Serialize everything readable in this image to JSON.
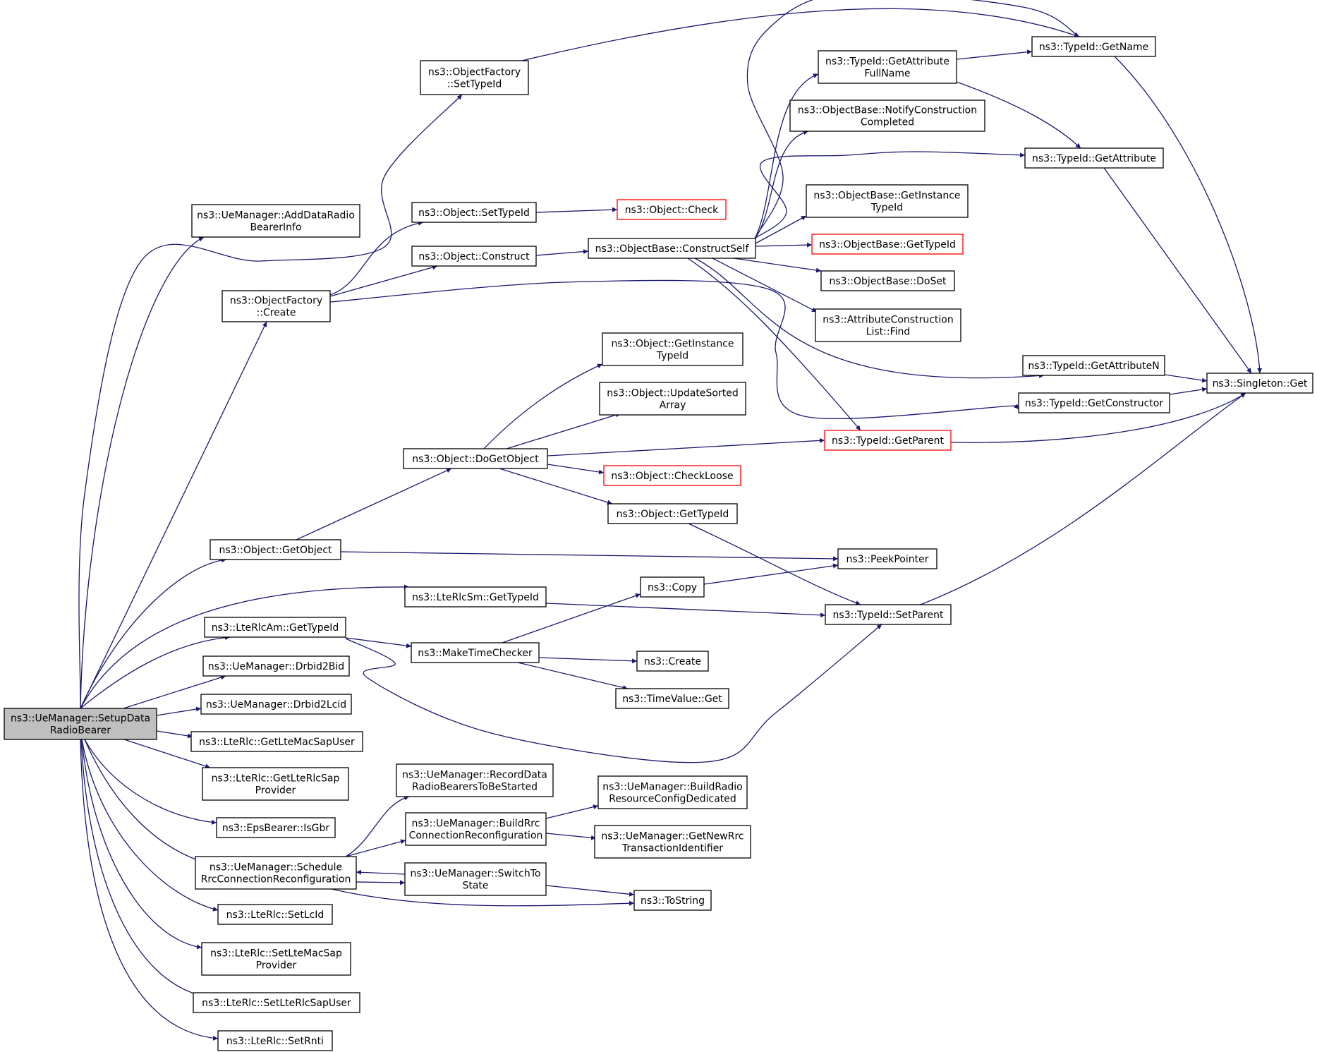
{
  "colors": {
    "edge": "#191970",
    "node_border": "#000000",
    "node_border_truncated": "#ff0000",
    "node_fill": "#ffffff",
    "root_fill": "#bfbfbf"
  },
  "nodes": [
    {
      "id": "setup",
      "lines": [
        "ns3::UeManager::SetupData",
        "RadioBearer"
      ],
      "root": true
    },
    {
      "id": "addinfo",
      "lines": [
        "ns3::UeManager::AddDataRadio",
        "BearerInfo"
      ]
    },
    {
      "id": "ofsettype",
      "lines": [
        "ns3::ObjectFactory",
        "::SetTypeId"
      ]
    },
    {
      "id": "ofcreate",
      "lines": [
        "ns3::ObjectFactory",
        "::Create"
      ]
    },
    {
      "id": "objsettype",
      "lines": [
        "ns3::Object::SetTypeId"
      ]
    },
    {
      "id": "objconstruct",
      "lines": [
        "ns3::Object::Construct"
      ]
    },
    {
      "id": "objcheck",
      "lines": [
        "ns3::Object::Check"
      ],
      "truncated": true
    },
    {
      "id": "constructself",
      "lines": [
        "ns3::ObjectBase::ConstructSelf"
      ]
    },
    {
      "id": "getattrfull",
      "lines": [
        "ns3::TypeId::GetAttribute",
        "FullName"
      ]
    },
    {
      "id": "getname",
      "lines": [
        "ns3::TypeId::GetName"
      ]
    },
    {
      "id": "notify",
      "lines": [
        "ns3::ObjectBase::NotifyConstruction",
        "Completed"
      ]
    },
    {
      "id": "getattr",
      "lines": [
        "ns3::TypeId::GetAttribute"
      ]
    },
    {
      "id": "obgetinst",
      "lines": [
        "ns3::ObjectBase::GetInstance",
        "TypeId"
      ]
    },
    {
      "id": "obgettypeid",
      "lines": [
        "ns3::ObjectBase::GetTypeId"
      ],
      "truncated": true
    },
    {
      "id": "dosetb",
      "lines": [
        "ns3::ObjectBase::DoSet"
      ]
    },
    {
      "id": "acfind",
      "lines": [
        "ns3::AttributeConstruction",
        "List::Find"
      ]
    },
    {
      "id": "getattrn",
      "lines": [
        "ns3::TypeId::GetAttributeN"
      ]
    },
    {
      "id": "singleton",
      "lines": [
        "ns3::Singleton::Get"
      ]
    },
    {
      "id": "getctor",
      "lines": [
        "ns3::TypeId::GetConstructor"
      ]
    },
    {
      "id": "getparent",
      "lines": [
        "ns3::TypeId::GetParent"
      ],
      "truncated": true
    },
    {
      "id": "objgetinst",
      "lines": [
        "ns3::Object::GetInstance",
        "TypeId"
      ]
    },
    {
      "id": "updsorted",
      "lines": [
        "ns3::Object::UpdateSorted",
        "Array"
      ]
    },
    {
      "id": "dogetobj",
      "lines": [
        "ns3::Object::DoGetObject"
      ]
    },
    {
      "id": "checkloose",
      "lines": [
        "ns3::Object::CheckLoose"
      ],
      "truncated": true
    },
    {
      "id": "objgettypeid",
      "lines": [
        "ns3::Object::GetTypeId"
      ]
    },
    {
      "id": "getobject",
      "lines": [
        "ns3::Object::GetObject"
      ]
    },
    {
      "id": "peek",
      "lines": [
        "ns3::PeekPointer"
      ]
    },
    {
      "id": "copy",
      "lines": [
        "ns3::Copy"
      ]
    },
    {
      "id": "rlcsm",
      "lines": [
        "ns3::LteRlcSm::GetTypeId"
      ]
    },
    {
      "id": "setparent",
      "lines": [
        "ns3::TypeId::SetParent"
      ]
    },
    {
      "id": "rlcam",
      "lines": [
        "ns3::LteRlcAm::GetTypeId"
      ]
    },
    {
      "id": "mktc",
      "lines": [
        "ns3::MakeTimeChecker"
      ]
    },
    {
      "id": "create",
      "lines": [
        "ns3::Create"
      ]
    },
    {
      "id": "tvget",
      "lines": [
        "ns3::TimeValue::Get"
      ]
    },
    {
      "id": "drbid2bid",
      "lines": [
        "ns3::UeManager::Drbid2Bid"
      ]
    },
    {
      "id": "drbid2lcid",
      "lines": [
        "ns3::UeManager::Drbid2Lcid"
      ]
    },
    {
      "id": "getltemac",
      "lines": [
        "ns3::LteRlc::GetLteMacSapUser"
      ]
    },
    {
      "id": "getrlcsap",
      "lines": [
        "ns3::LteRlc::GetLteRlcSap",
        "Provider"
      ]
    },
    {
      "id": "isgbr",
      "lines": [
        "ns3::EpsBearer::IsGbr"
      ]
    },
    {
      "id": "recdata",
      "lines": [
        "ns3::UeManager::RecordData",
        "RadioBearersToBeStarted"
      ]
    },
    {
      "id": "buildrrc",
      "lines": [
        "ns3::UeManager::BuildRrc",
        "ConnectionReconfiguration"
      ]
    },
    {
      "id": "buildradio",
      "lines": [
        "ns3::UeManager::BuildRadio",
        "ResourceConfigDedicated"
      ]
    },
    {
      "id": "newrrc",
      "lines": [
        "ns3::UeManager::GetNewRrc",
        "TransactionIdentifier"
      ]
    },
    {
      "id": "schedule",
      "lines": [
        "ns3::UeManager::Schedule",
        "RrcConnectionReconfiguration"
      ]
    },
    {
      "id": "switchto",
      "lines": [
        "ns3::UeManager::SwitchTo",
        "State"
      ]
    },
    {
      "id": "tostring",
      "lines": [
        "ns3::ToString"
      ]
    },
    {
      "id": "setlcid",
      "lines": [
        "ns3::LteRlc::SetLcId"
      ]
    },
    {
      "id": "setmacsap",
      "lines": [
        "ns3::LteRlc::SetLteMacSap",
        "Provider"
      ]
    },
    {
      "id": "setrlcsapuser",
      "lines": [
        "ns3::LteRlc::SetLteRlcSapUser"
      ]
    },
    {
      "id": "setrnti",
      "lines": [
        "ns3::LteRlc::SetRnti"
      ]
    }
  ],
  "edges": [
    [
      "setup",
      "addinfo"
    ],
    [
      "setup",
      "ofsettype"
    ],
    [
      "setup",
      "ofcreate"
    ],
    [
      "setup",
      "getobject"
    ],
    [
      "setup",
      "rlcsm"
    ],
    [
      "setup",
      "rlcam"
    ],
    [
      "setup",
      "drbid2bid"
    ],
    [
      "setup",
      "drbid2lcid"
    ],
    [
      "setup",
      "getltemac"
    ],
    [
      "setup",
      "getrlcsap"
    ],
    [
      "setup",
      "isgbr"
    ],
    [
      "setup",
      "schedule"
    ],
    [
      "setup",
      "setlcid"
    ],
    [
      "setup",
      "setmacsap"
    ],
    [
      "setup",
      "setrlcsapuser"
    ],
    [
      "setup",
      "setrnti"
    ],
    [
      "ofsettype",
      "getname"
    ],
    [
      "ofcreate",
      "objsettype"
    ],
    [
      "ofcreate",
      "objconstruct"
    ],
    [
      "ofcreate",
      "getctor"
    ],
    [
      "objsettype",
      "objcheck"
    ],
    [
      "objconstruct",
      "constructself"
    ],
    [
      "constructself",
      "getattrfull"
    ],
    [
      "constructself",
      "getname"
    ],
    [
      "constructself",
      "notify"
    ],
    [
      "constructself",
      "getattr"
    ],
    [
      "constructself",
      "obgetinst"
    ],
    [
      "constructself",
      "obgettypeid"
    ],
    [
      "constructself",
      "dosetb"
    ],
    [
      "constructself",
      "acfind"
    ],
    [
      "constructself",
      "getattrn"
    ],
    [
      "constructself",
      "getparent"
    ],
    [
      "getattrfull",
      "getname"
    ],
    [
      "getattrfull",
      "getattr"
    ],
    [
      "getname",
      "singleton"
    ],
    [
      "getattr",
      "singleton"
    ],
    [
      "getattrn",
      "singleton"
    ],
    [
      "getctor",
      "singleton"
    ],
    [
      "getparent",
      "singleton"
    ],
    [
      "getobject",
      "dogetobj"
    ],
    [
      "getobject",
      "peek"
    ],
    [
      "dogetobj",
      "objgetinst"
    ],
    [
      "dogetobj",
      "updsorted"
    ],
    [
      "dogetobj",
      "getparent"
    ],
    [
      "dogetobj",
      "checkloose"
    ],
    [
      "dogetobj",
      "objgettypeid"
    ],
    [
      "objgettypeid",
      "setparent"
    ],
    [
      "rlcsm",
      "setparent"
    ],
    [
      "rlcam",
      "mktc"
    ],
    [
      "rlcam",
      "setparent"
    ],
    [
      "setparent",
      "singleton"
    ],
    [
      "mktc",
      "copy"
    ],
    [
      "mktc",
      "create"
    ],
    [
      "mktc",
      "tvget"
    ],
    [
      "copy",
      "peek"
    ],
    [
      "schedule",
      "recdata"
    ],
    [
      "schedule",
      "buildrrc"
    ],
    [
      "schedule",
      "switchto"
    ],
    [
      "schedule",
      "tostring"
    ],
    [
      "buildrrc",
      "buildradio"
    ],
    [
      "buildrrc",
      "newrrc"
    ],
    [
      "switchto",
      "schedule"
    ],
    [
      "switchto",
      "tostring"
    ]
  ]
}
